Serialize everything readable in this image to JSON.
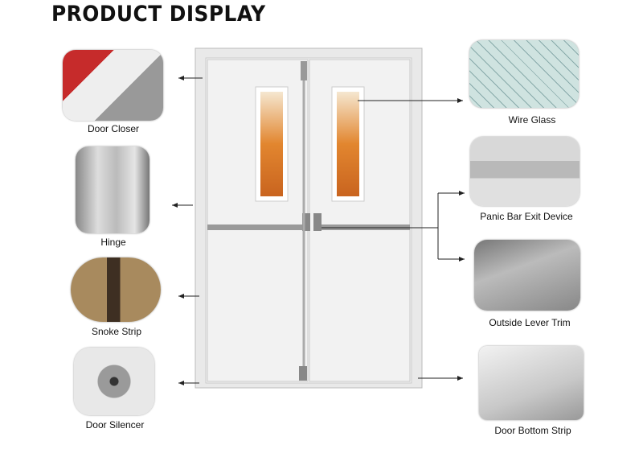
{
  "title": "PRODUCT DISPLAY",
  "parts": {
    "door_closer": "Door Closer",
    "hinge": "Hinge",
    "smoke_strip": "Snoke Strip",
    "door_silencer": "Door Silencer",
    "wire_glass": "Wire Glass",
    "panic_bar": "Panic Bar Exit Device",
    "lever_trim": "Outside Lever Trim",
    "bottom_strip": "Door Bottom Strip"
  }
}
